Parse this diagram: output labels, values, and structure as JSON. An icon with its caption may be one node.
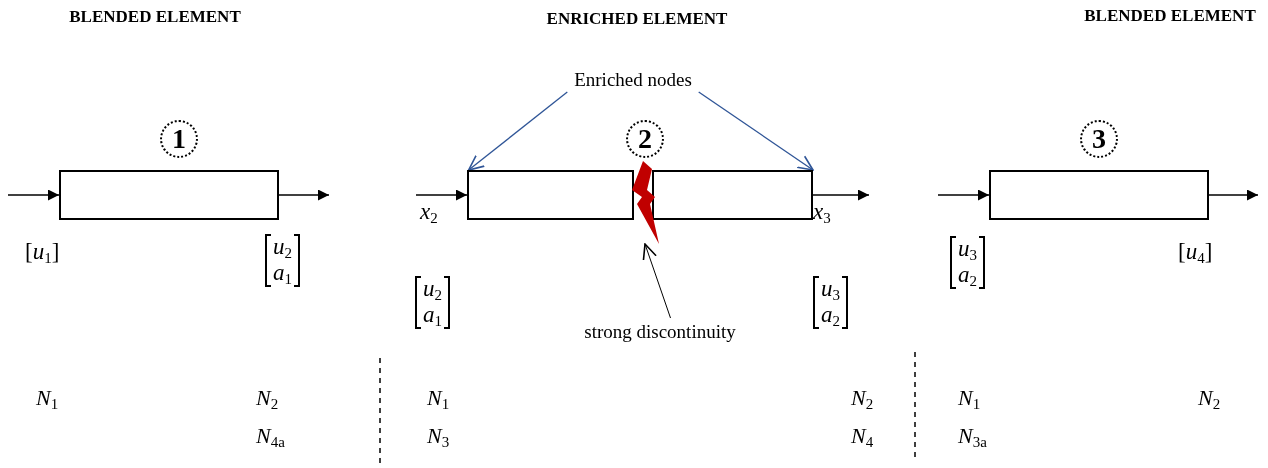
{
  "diagram": {
    "nodes": [
      {
        "text": [
          "Enriched nodes"
        ]
      },
      {
        "text": [
          "1"
        ]
      },
      {
        "text": [
          "2"
        ]
      },
      {
        "text": [
          "3"
        ]
      },
      {
        "text": [],
        "shape": "box"
      },
      {
        "text": [],
        "shape": "box"
      },
      {
        "text": [],
        "shape": "box"
      },
      {
        "text": [],
        "shape": "box"
      },
      {
        "text": [],
        "shape": "picture"
      },
      {
        "text": [
          "strong discontinuity"
        ]
      }
    ],
    "edges": [
      {
        "from": null,
        "to": 4,
        "arrow": "to"
      },
      {
        "from": 4,
        "to": null,
        "arrow": "to"
      },
      {
        "from": null,
        "to": 5,
        "arrow": "to"
      },
      {
        "from": 6,
        "to": null,
        "arrow": "to"
      },
      {
        "from": null,
        "to": 7,
        "arrow": "to"
      },
      {
        "from": 7,
        "to": null,
        "arrow": "to"
      },
      {
        "from": 0,
        "to": 5,
        "arrow": "to",
        "color": "#2f5597"
      },
      {
        "from": 0,
        "to": 6,
        "arrow": "to",
        "color": "#2f5597"
      },
      {
        "from": 9,
        "to": 8,
        "arrow": "to"
      }
    ],
    "labels": [
      "BLENDED ELEMENT",
      "ENRICHED ELEMENT",
      "BLENDED ELEMENT",
      "[*u*$_{1}$]",
      "*u*$_{2}$ *a*$_{1}$",
      "*x*$_{2}$",
      "*x*$_{3}$",
      "*u*$_{3}$ *a*$_{2}$",
      "[*u*$_{4}$]",
      "*u*$_{2}$ *a*$_{1}$",
      "*u*$_{3}$ *a*$_{2}$",
      "*N*$_{1}$",
      "*N*$_{2}$",
      "*N*$_{1}$",
      "*N*$_{2}$",
      "*N*$_{1}$",
      "*N*$_{2}$",
      "*N*$_{4a}$",
      "*N*$_{3}$",
      "*N*$_{4}$",
      "*N*$_{3a}$"
    ]
  }
}
